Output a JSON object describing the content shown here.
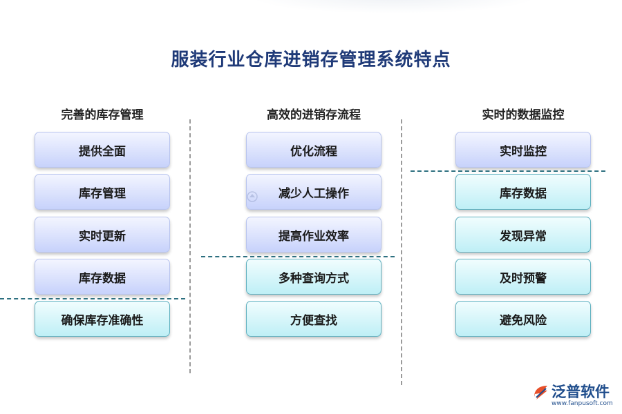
{
  "title": "服装行业仓库进销存管理系统特点",
  "columns": [
    {
      "heading": "完善的库存管理",
      "items": [
        "提供全面",
        "库存管理",
        "实时更新",
        "库存数据",
        "确保库存准确性"
      ]
    },
    {
      "heading": "高效的进销存流程",
      "items": [
        "优化流程",
        "减少人工操作",
        "提高作业效率",
        "多种查询方式",
        "方便查找"
      ]
    },
    {
      "heading": "实时的数据监控",
      "items": [
        "实时监控",
        "库存数据",
        "发现异常",
        "及时预警",
        "避免风险"
      ]
    }
  ],
  "logo": {
    "name": "泛普软件",
    "url": "www.fanpusoft.com",
    "icon": "fanpu-logo-icon"
  },
  "colors": {
    "title": "#1f3a78",
    "box_blue": "#c7d2fb",
    "box_cyan": "#bfeff6",
    "separator": "#2d7080"
  }
}
